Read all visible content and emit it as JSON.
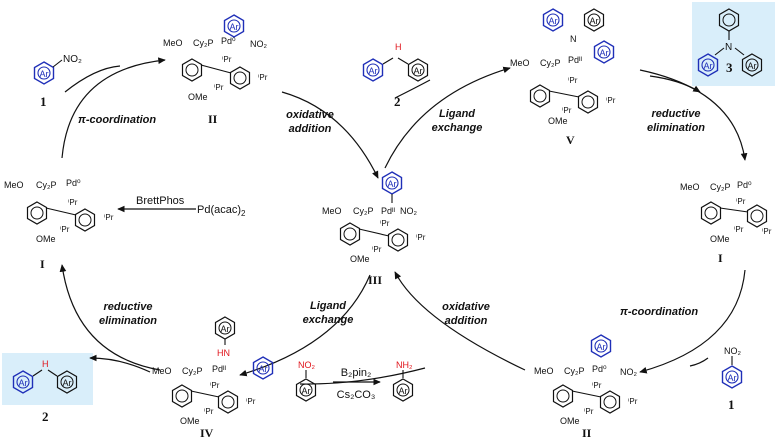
{
  "colors": {
    "blue": "#1f2fb8",
    "red": "#e0141b",
    "highlight": "#d9eefa",
    "black": "#111111"
  },
  "steps": {
    "pi_coord_left": "π-coordination",
    "ox_add_top": [
      "oxidative",
      "addition"
    ],
    "lig_ex_top": [
      "Ligand",
      "exchange"
    ],
    "red_elim_right": [
      "reductive",
      "elimination"
    ],
    "pi_coord_right": "π-coordination",
    "ox_add_bottom": [
      "oxidative",
      "addition"
    ],
    "lig_ex_bottom": [
      "Ligand",
      "exchange"
    ],
    "red_elim_left": [
      "reductive",
      "elimination"
    ]
  },
  "reagents": {
    "brettphos": "BrettPhos",
    "pd_acac": "Pd(acac)",
    "pd_acac_sub": "2",
    "b2pin2": "B₂pin₂",
    "cs2co3": "Cs₂CO₃"
  },
  "compounds": {
    "c1": "1",
    "c2": "2",
    "c3": "3",
    "no2": "NO₂",
    "nh2": "NH₂",
    "hn": "HN",
    "h": "H",
    "n": "N",
    "ar": "Ar"
  },
  "complexes": {
    "I": "I",
    "II": "II",
    "III": "III",
    "IV": "IV",
    "V": "V",
    "meo": "MeO",
    "ome": "OMe",
    "cy2p": "Cy₂P",
    "pd0": "Pd⁰",
    "pdII": "Pdᴵᴵ",
    "ipr": "ⁱPr",
    "no2_pd": "NO₂"
  }
}
